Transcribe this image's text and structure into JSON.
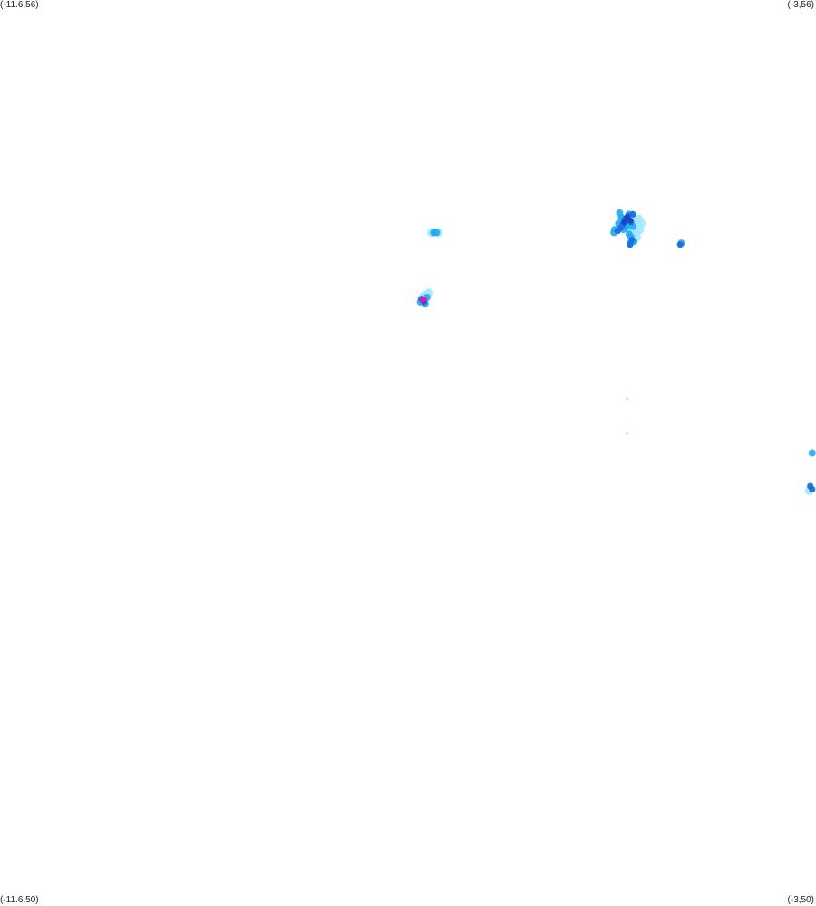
{
  "map": {
    "corners": {
      "top_left": "(-11.6,56)",
      "top_right": "(-3,56)",
      "bottom_left": "(-11.6,50)",
      "bottom_right": "(-3,50)"
    },
    "bounds": {
      "lon_min": -11.6,
      "lon_max": -3,
      "lat_min": 50,
      "lat_max": 56
    },
    "colors": {
      "background": "#ffffff",
      "light": "#9fe9ff",
      "medium": "#24a8f0",
      "strong": "#1a6fe0",
      "intense": "#1844c8",
      "extreme": "#e01aa8"
    },
    "features": [
      {
        "id": "belfast-cluster",
        "level": "light",
        "points": [
          [
            -4.9,
            54.54
          ],
          [
            -4.94,
            54.52
          ],
          [
            -4.98,
            54.5
          ],
          [
            -4.92,
            54.49
          ],
          [
            -4.88,
            54.51
          ],
          [
            -4.95,
            54.47
          ],
          [
            -4.9,
            54.46
          ],
          [
            -4.86,
            54.48
          ],
          [
            -4.99,
            54.55
          ],
          [
            -5.03,
            54.53
          ],
          [
            -4.96,
            54.57
          ],
          [
            -4.87,
            54.55
          ],
          [
            -4.84,
            54.52
          ],
          [
            -4.93,
            54.44
          ],
          [
            -4.89,
            54.43
          ]
        ]
      },
      {
        "id": "belfast-cluster",
        "level": "medium",
        "points": [
          [
            -5.05,
            54.56
          ],
          [
            -5.02,
            54.54
          ],
          [
            -5.08,
            54.52
          ],
          [
            -5.0,
            54.5
          ],
          [
            -5.03,
            54.48
          ],
          [
            -5.12,
            54.48
          ],
          [
            -5.13,
            54.46
          ],
          [
            -4.97,
            54.58
          ],
          [
            -4.93,
            54.5
          ],
          [
            -5.07,
            54.59
          ],
          [
            -4.97,
            54.45
          ]
        ]
      },
      {
        "id": "belfast-cluster",
        "level": "strong",
        "points": [
          [
            -5.01,
            54.55
          ],
          [
            -4.98,
            54.57
          ],
          [
            -5.04,
            54.51
          ],
          [
            -5.06,
            54.49
          ],
          [
            -4.95,
            54.53
          ],
          [
            -5.09,
            54.47
          ],
          [
            -4.93,
            54.58
          ]
        ]
      },
      {
        "id": "belfast-cluster",
        "level": "intense",
        "points": [
          [
            -5.02,
            54.53
          ],
          [
            -4.99,
            54.56
          ],
          [
            -4.96,
            54.54
          ]
        ]
      },
      {
        "id": "downpatrick-cells",
        "level": "medium",
        "points": [
          [
            -4.95,
            54.43
          ],
          [
            -4.92,
            54.4
          ],
          [
            -4.96,
            54.39
          ]
        ]
      },
      {
        "id": "downpatrick-cells",
        "level": "strong",
        "points": [
          [
            -4.94,
            54.41
          ],
          [
            -4.96,
            54.38
          ]
        ]
      },
      {
        "id": "strangford-cell",
        "level": "medium",
        "points": [
          [
            -4.42,
            54.39
          ]
        ]
      },
      {
        "id": "strangford-cell",
        "level": "strong",
        "points": [
          [
            -4.43,
            54.38
          ]
        ]
      },
      {
        "id": "omagh-cell",
        "level": "medium",
        "points": [
          [
            -7.03,
            54.46
          ],
          [
            -7.0,
            54.46
          ]
        ]
      },
      {
        "id": "omagh-cell",
        "level": "light",
        "points": [
          [
            -7.05,
            54.46
          ],
          [
            -6.98,
            54.46
          ]
        ]
      },
      {
        "id": "sligo-cell",
        "level": "light",
        "points": [
          [
            -7.13,
            54.04
          ],
          [
            -7.08,
            54.06
          ],
          [
            -7.15,
            54.02
          ]
        ]
      },
      {
        "id": "sligo-cell",
        "level": "medium",
        "points": [
          [
            -7.17,
            54.0
          ],
          [
            -7.1,
            54.03
          ],
          [
            -7.12,
            53.99
          ]
        ]
      },
      {
        "id": "sligo-cell",
        "level": "strong",
        "points": [
          [
            -7.16,
            54.02
          ],
          [
            -7.13,
            54.0
          ]
        ]
      },
      {
        "id": "sligo-cell",
        "level": "intense",
        "points": [
          [
            -7.14,
            54.01
          ]
        ]
      },
      {
        "id": "sligo-cell",
        "level": "extreme",
        "points": [
          [
            -7.15,
            54.01
          ],
          [
            -7.13,
            54.02
          ]
        ]
      },
      {
        "id": "irish-sea-speck",
        "level": "light",
        "points": [
          [
            -4.99,
            53.36
          ],
          [
            -4.99,
            53.13
          ]
        ]
      },
      {
        "id": "anglesey-cells",
        "level": "medium",
        "points": [
          [
            -3.04,
            53.0
          ]
        ]
      },
      {
        "id": "anglesey-cells",
        "level": "strong",
        "points": [
          [
            -3.06,
            52.78
          ],
          [
            -3.04,
            52.76
          ]
        ]
      },
      {
        "id": "anglesey-cells",
        "level": "light",
        "points": [
          [
            -3.07,
            52.75
          ]
        ]
      }
    ]
  }
}
